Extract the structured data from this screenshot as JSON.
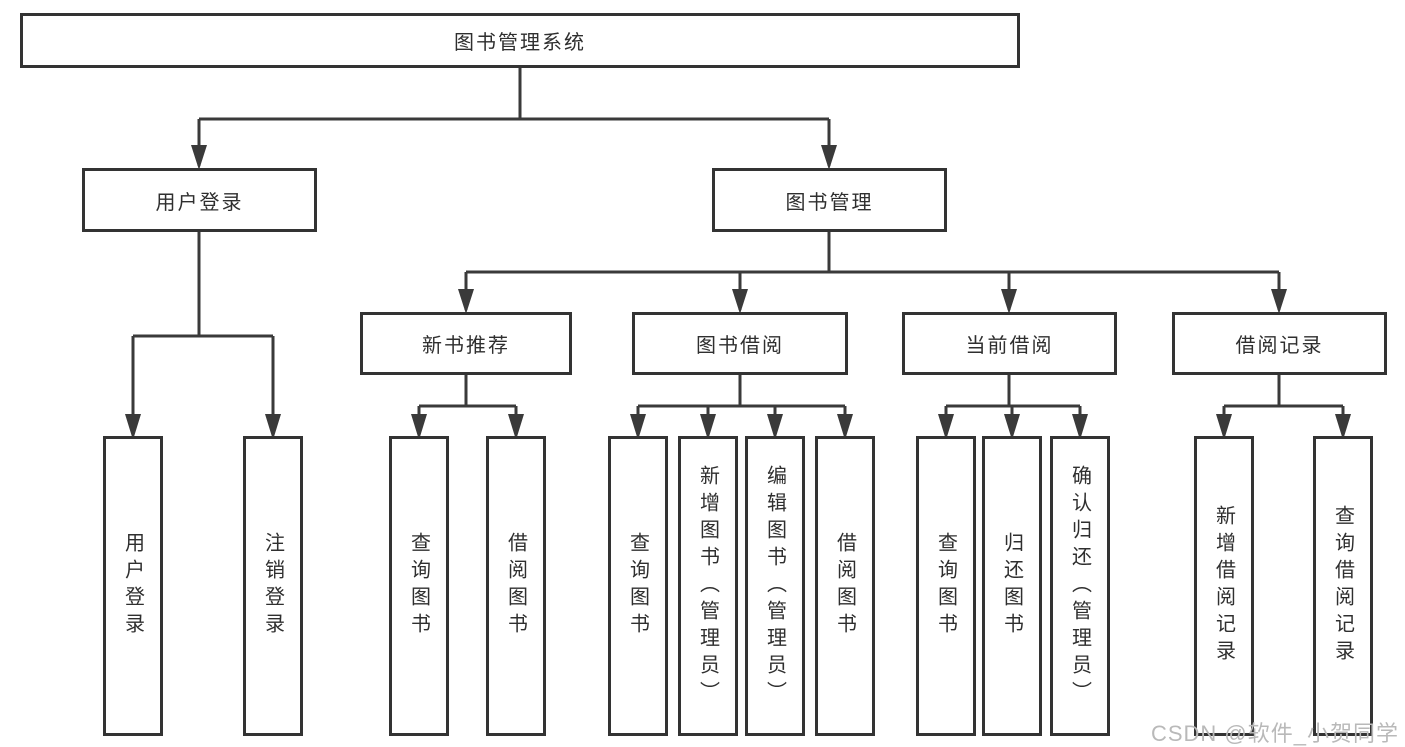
{
  "tree": {
    "label": "图书管理系统",
    "children": [
      {
        "label": "用户登录",
        "children": [
          {
            "label": "用户登录"
          },
          {
            "label": "注销登录"
          }
        ]
      },
      {
        "label": "图书管理",
        "children": [
          {
            "label": "新书推荐",
            "children": [
              {
                "label": "查询图书"
              },
              {
                "label": "借阅图书"
              }
            ]
          },
          {
            "label": "图书借阅",
            "children": [
              {
                "label": "查询图书"
              },
              {
                "label": "新增图书（管理员）"
              },
              {
                "label": "编辑图书（管理员）"
              },
              {
                "label": "借阅图书"
              }
            ]
          },
          {
            "label": "当前借阅",
            "children": [
              {
                "label": "查询图书"
              },
              {
                "label": "归还图书"
              },
              {
                "label": "确认归还（管理员）"
              }
            ]
          },
          {
            "label": "借阅记录",
            "children": [
              {
                "label": "新增借阅记录"
              },
              {
                "label": "查询借阅记录"
              }
            ]
          }
        ]
      }
    ]
  },
  "watermark": {
    "text": "CSDN @软件_小贺同学"
  },
  "colors": {
    "line": "#3a3a3a",
    "box_border": "#333333",
    "text": "#2f2f2f",
    "background": "#ffffff",
    "watermark": "#b9b9b9"
  }
}
